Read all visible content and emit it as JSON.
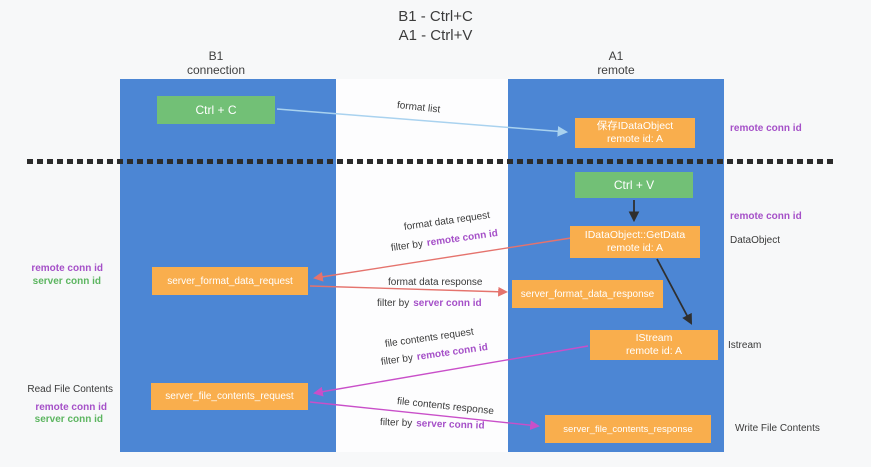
{
  "title": {
    "line1": "B1 - Ctrl+C",
    "line2": "A1 - Ctrl+V"
  },
  "columns": {
    "left": {
      "name": "B1",
      "role": "connection"
    },
    "right": {
      "name": "A1",
      "role": "remote"
    }
  },
  "nodes": {
    "ctrl_c": "Ctrl + C",
    "ctrl_v": "Ctrl + V",
    "save_dataobject": {
      "line1": "保存IDataObject",
      "line2": "remote id: A"
    },
    "getdata": {
      "line1": "IDataObject::GetData",
      "line2": "remote id: A"
    },
    "istream": {
      "line1": "IStream",
      "line2": "remote id: A"
    },
    "format_request": "server_format_data_request",
    "format_response": "server_format_data_response",
    "file_request": "server_file_contents_request",
    "file_response": "server_file_contents_response"
  },
  "flow": {
    "format_list": "format list",
    "format_request": "format data request",
    "format_request_filter": {
      "prefix": "filter by",
      "key": "remote conn id"
    },
    "format_response": "format data response",
    "format_response_filter": {
      "prefix": "filter by",
      "key": "server conn id"
    },
    "file_request": "file contents request",
    "file_request_filter": {
      "prefix": "filter by",
      "key": "remote conn id"
    },
    "file_response": "file contents response",
    "file_response_filter": {
      "prefix": "filter by",
      "key": "server conn id"
    }
  },
  "left_labels": {
    "format_remote": "remote conn id",
    "format_server": "server conn id",
    "read_title": "Read File Contents",
    "file_remote": "remote conn id",
    "file_server": "server conn id"
  },
  "right_labels": {
    "top_remote_conn": "remote conn id",
    "mid_remote_conn": "remote conn id",
    "dataobject": "DataObject",
    "istream": "Istream",
    "write_title": "Write File Contents"
  },
  "colors": {
    "column_blue": "#4c86d4",
    "node_orange": "#f9ae4d",
    "action_green": "#72c076",
    "remote_conn_purple": "#a550c8",
    "server_conn_green": "#5cb560",
    "format_arrow_salmon": "#e5736d",
    "file_arrow_magenta": "#c94fc9",
    "format_list_blue": "#a9d2ef",
    "arrow_black": "#2f2f2f"
  }
}
